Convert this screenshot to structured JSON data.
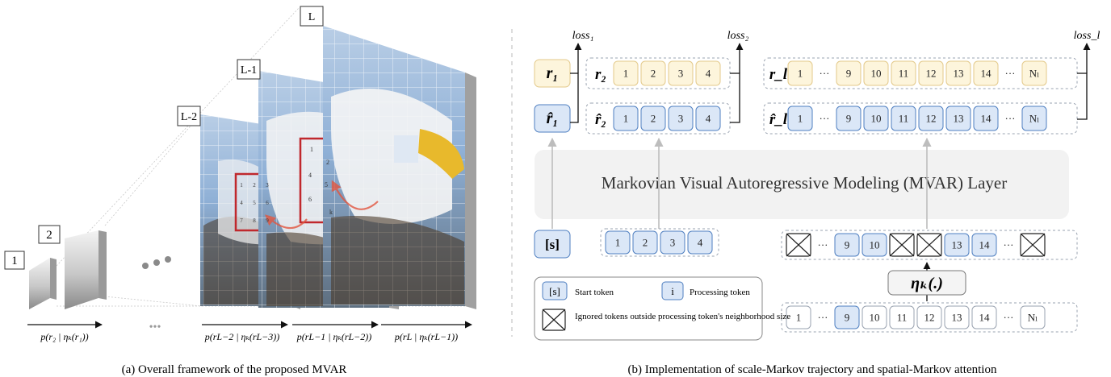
{
  "left": {
    "layer_labels": [
      "1",
      "2",
      "L-2",
      "L-1",
      "L"
    ],
    "formulas": [
      "p(r₂ | ηₖ(r₁))",
      "p(rL−2 | ηₖ(rL−3))",
      "p(rL−1 | ηₖ(rL−2))",
      "p(rL | ηₖ(rL−1))"
    ],
    "ellipsis": "•••",
    "caption": "(a) Overall framework of the proposed MVAR",
    "grid_numbers_l2": [
      "1",
      "2",
      "3",
      "4",
      "5",
      "6",
      "7",
      "8",
      "9"
    ],
    "grid_numbers_l1": [
      "1",
      "2",
      "4",
      "5",
      "6",
      "k"
    ]
  },
  "right": {
    "losses": [
      "loss₁",
      "loss₂",
      "loss_l"
    ],
    "rows": {
      "r_labels": [
        "r₁",
        "r₂",
        "r_l"
      ],
      "rhat_labels": [
        "r̂₁",
        "r̂₂",
        "r̂_l"
      ],
      "scale2_tokens": [
        "1",
        "2",
        "3",
        "4"
      ],
      "scale_l_tokens": [
        "1",
        "···",
        "9",
        "10",
        "11",
        "12",
        "13",
        "14",
        "···",
        "Nₗ"
      ]
    },
    "layer_title": "Markovian Visual Autoregressive Modeling (MVAR)  Layer",
    "start_token": "[s]",
    "input_tokens": [
      "1",
      "2",
      "3",
      "4"
    ],
    "masked_tokens": [
      "⊠",
      "···",
      "9",
      "10",
      "⊠",
      "⊠",
      "13",
      "14",
      "···",
      "⊠"
    ],
    "eta": "ηₖ(.)",
    "bottom_tokens": [
      "1",
      "···",
      "9",
      "10",
      "11",
      "12",
      "13",
      "14",
      "···",
      "Nₗ"
    ],
    "legend": {
      "start_symbol": "[s]",
      "start_label": "Start token",
      "proc_symbol": "i",
      "proc_label": "Processing token",
      "ignored_label": "Ignored tokens outside processing token's neighborhood size"
    },
    "caption": "(b) Implementation of scale-Markov trajectory and spatial-Markov attention"
  },
  "colors": {
    "token_blue": "#dbe7f7",
    "token_yellow": "#fdf5dc",
    "layer_gray": "#f2f2f2",
    "highlight_red": "#c0282d"
  }
}
